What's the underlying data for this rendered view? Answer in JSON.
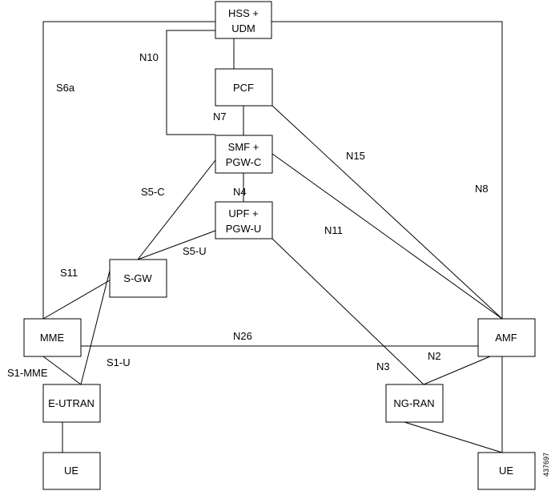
{
  "nodes": {
    "hss": {
      "line1": "HSS +",
      "line2": "UDM"
    },
    "pcf": {
      "label": "PCF"
    },
    "smf": {
      "line1": "SMF +",
      "line2": "PGW-C"
    },
    "upf": {
      "line1": "UPF +",
      "line2": "PGW-U"
    },
    "sgw": {
      "label": "S-GW"
    },
    "mme": {
      "label": "MME"
    },
    "amf": {
      "label": "AMF"
    },
    "eutran": {
      "label": "E-UTRAN"
    },
    "ngran": {
      "label": "NG-RAN"
    },
    "ue_left": {
      "label": "UE"
    },
    "ue_right": {
      "label": "UE"
    }
  },
  "interfaces": {
    "n10": "N10",
    "s6a": "S6a",
    "n7": "N7",
    "n15": "N15",
    "n8": "N8",
    "s5c": "S5-C",
    "n4": "N4",
    "n11": "N11",
    "s5u": "S5-U",
    "s11": "S11",
    "n26": "N26",
    "n2": "N2",
    "s1mme": "S1-MME",
    "s1u": "S1-U",
    "n3": "N3"
  },
  "figure_id": "437697"
}
